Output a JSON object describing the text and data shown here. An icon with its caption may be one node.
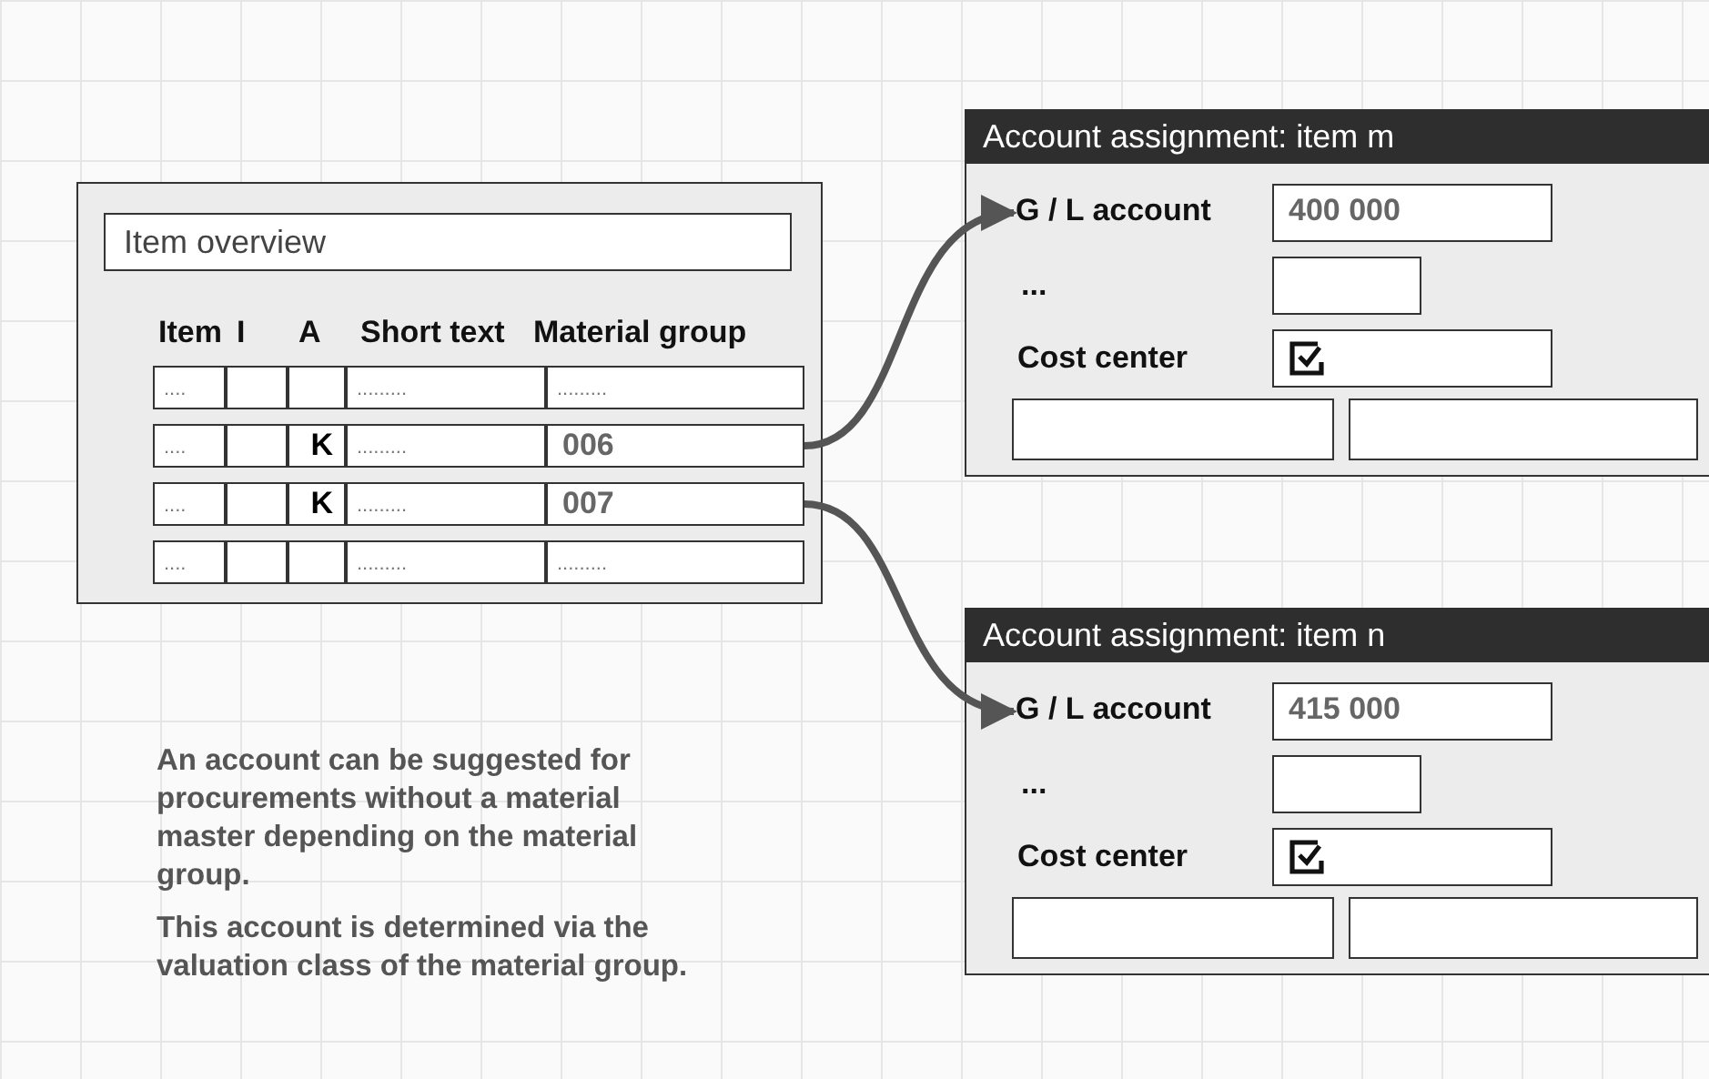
{
  "diagram": {
    "nodes": [
      {
        "text": [
          "Item overview"
        ]
      },
      {
        "text": [
          "006"
        ],
        "in": 0
      },
      {
        "text": [
          "007"
        ],
        "in": 0
      },
      {
        "text": [
          "Account assignment: item m"
        ]
      },
      {
        "text": [
          "G / L account"
        ],
        "in": 3
      },
      {
        "text": [
          "400 000"
        ],
        "in": 3
      },
      {
        "text": [],
        "shape": "box",
        "in": 3
      },
      {
        "text": [],
        "shape": "box",
        "in": 3
      },
      {
        "text": [],
        "shape": "box",
        "in": 3
      },
      {
        "text": [],
        "shape": "box",
        "in": 3
      },
      {
        "text": [
          "Account assignment: item n"
        ]
      },
      {
        "text": [
          "G / L account"
        ],
        "in": 10
      },
      {
        "text": [
          "415 000"
        ],
        "in": 10
      },
      {
        "text": [],
        "shape": "box",
        "in": 10
      },
      {
        "text": [],
        "shape": "box",
        "in": 10
      },
      {
        "text": [],
        "shape": "box",
        "in": 10
      },
      {
        "text": [],
        "shape": "box",
        "in": 10
      }
    ],
    "edges": [
      {
        "from": 1,
        "to": 4,
        "arrow": "to"
      },
      {
        "from": 2,
        "to": 11,
        "arrow": "to"
      }
    ],
    "labels": [
      "Item",
      "I",
      "A",
      "Short text",
      "Material group",
      "....",
      ".........",
      ".........",
      "....",
      "K",
      ".........",
      "....",
      "K",
      ".........",
      "....",
      ".........",
      ".........",
      "...",
      "Cost center",
      "...",
      "Cost center",
      "An account can be suggested for procurements without a material master depending on the material group.",
      "This account is determined via the valuation class of the material group."
    ]
  }
}
